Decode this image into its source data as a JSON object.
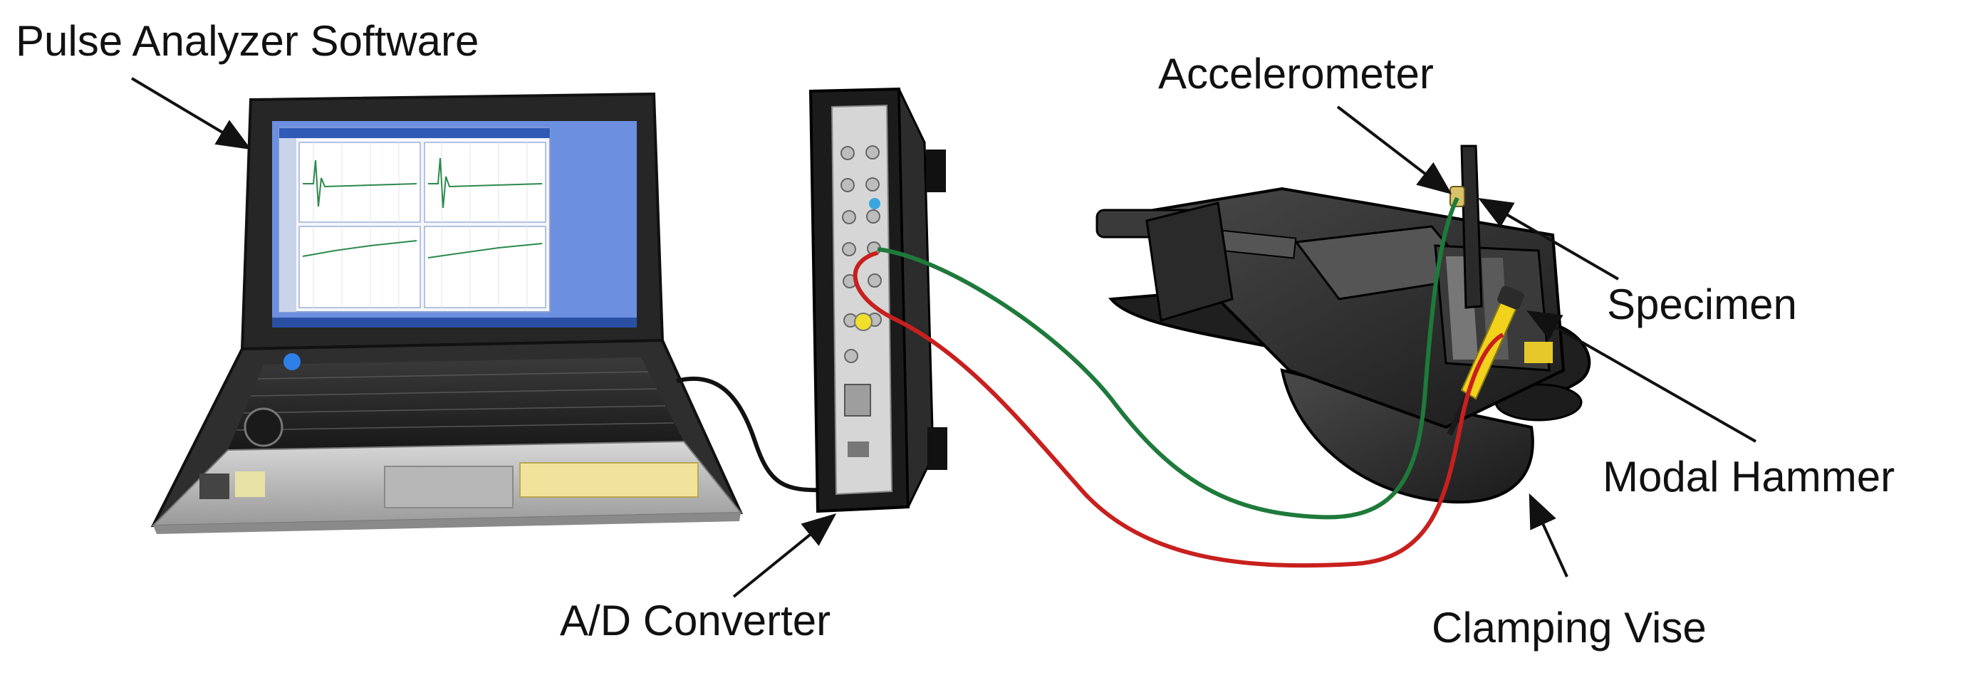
{
  "labels": {
    "software": "Pulse Analyzer Software",
    "converter": "A/D Converter",
    "accelerometer": "Accelerometer",
    "specimen": "Specimen",
    "hammer": "Modal Hammer",
    "vise": "Clamping Vise"
  },
  "colors": {
    "green_cable": "#1e7a3a",
    "red_cable": "#c8201e",
    "laptop_body": "#2a2a2a",
    "screen_bg": "#5a7bd6",
    "device_body": "#1c1c1c",
    "vise_body": "#2c2c2c",
    "hammer_yellow": "#f2d21b"
  }
}
